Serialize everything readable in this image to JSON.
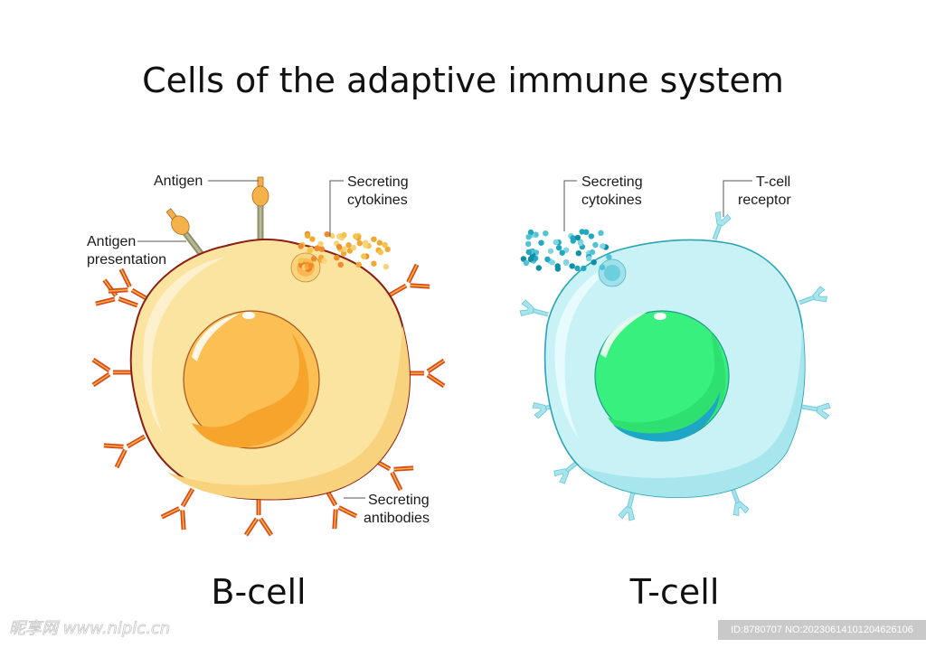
{
  "title": "Cells of the adaptive immune system",
  "cells": [
    {
      "name": "B-cell",
      "colors": {
        "cytoplasm": "#fbe3a0",
        "cytoplasm_shade": "#f8d27c",
        "membrane": "#8b1f14",
        "nucleus": "#fbbf54",
        "nucleus_shade": "#f6a42c",
        "antibody": "#d9481e",
        "antibody_highlight": "#f7b23a",
        "cytokine": "#f2a833"
      },
      "labels": {
        "antigen": "Antigen",
        "antigen_presentation_line1": "Antigen",
        "antigen_presentation_line2": "presentation",
        "secreting_cytokines_line1": "Secreting",
        "secreting_cytokines_line2": "cytokines",
        "secreting_antibodies_line1": "Secreting",
        "secreting_antibodies_line2": "antibodies"
      }
    },
    {
      "name": "T-cell",
      "colors": {
        "cytoplasm": "#c9f2f6",
        "cytoplasm_shade": "#a8e6ee",
        "membrane": "#2aa4b4",
        "nucleus": "#38f07e",
        "nucleus_shade": "#22c4c4",
        "receptor": "#a6e4ee",
        "cytokine": "#1fa8c0"
      },
      "labels": {
        "secreting_cytokines_line1": "Secreting",
        "secreting_cytokines_line2": "cytokines",
        "tcell_receptor_line1": "T-cell",
        "tcell_receptor_line2": "receptor"
      }
    }
  ],
  "watermark": {
    "left_text": "昵享网 www.nipic.cn",
    "right_text": "ID:8780707 NO:20230614101204626106"
  }
}
